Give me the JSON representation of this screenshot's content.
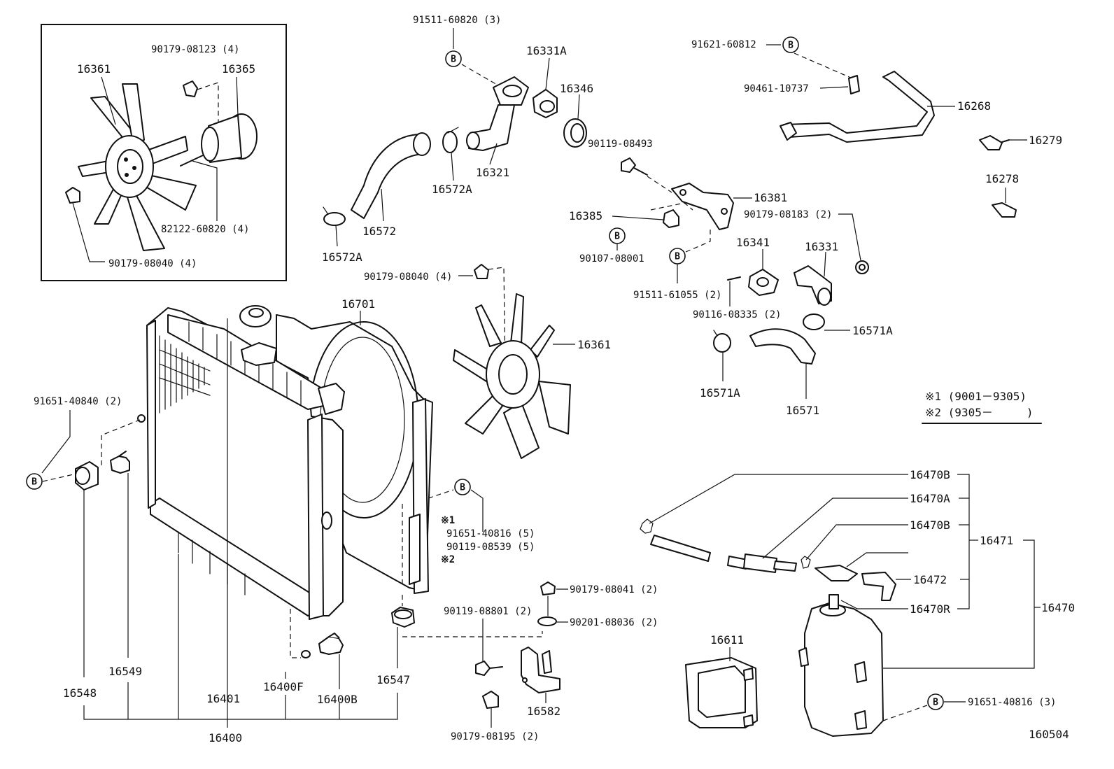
{
  "diagram_id": "160504",
  "legend": {
    "note1": "※1 (9001－9305)",
    "note2": "※2 (9305－　　　)"
  },
  "ref_markers": {
    "marker_letter": "B"
  },
  "insert_labels": {
    "fan": "16361",
    "bolt_top": "90179-08123 (4)",
    "coupling": "16365",
    "stud": "82122-60820 (4)",
    "nut": "90179-08040 (4)"
  },
  "upper_labels": {
    "bolt_top": "91511-60820 (3)",
    "water_outlet": "16331A",
    "gasket": "16346",
    "outlet_pipe": "16321",
    "clamp_upper": "16572A",
    "hose_upper": "16572",
    "clamp_lower": "16572A",
    "bolt_mid": "90119-08493",
    "nut_fan": "90179-08040 (4)",
    "shroud": "16701",
    "fan_main": "16361"
  },
  "right_labels": {
    "bolt_top": "91621-60812",
    "clip": "90461-10737",
    "bypass_pipe": "16268",
    "cock_1": "16279",
    "cock_2": "16278",
    "bracket": "16381",
    "bracket_part": "16385",
    "bolt_b": "90107-08001",
    "nut_2": "90179-08183 (2)",
    "gasket_2": "16341",
    "inlet": "16331",
    "bolt_c": "91511-61055 (2)",
    "stud_2": "90116-08335 (2)",
    "clamp_r": "16571A",
    "clamp_l": "16571A",
    "hose_lower": "16571"
  },
  "radiator_labels": {
    "bolt_left": "91651-40840 (2)",
    "bush": "16548",
    "plug": "16549",
    "core": "16401",
    "radiator": "16400",
    "oring": "16400F",
    "drain_cock": "16400B",
    "cushion": "16547",
    "bolt_shroud": "91651-40816 (5)",
    "bolt_shroud_2": "90119-08539 (5)",
    "mark1": "※1",
    "mark2": "※2"
  },
  "bracket_labels": {
    "nut_top": "90179-08041 (2)",
    "bolt": "90119-08801 (2)",
    "washer": "90201-08036 (2)",
    "support": "16582",
    "nut_bottom": "90179-08195 (2)"
  },
  "reservoir_labels": {
    "hose_b1": "16470B",
    "hose_a": "16470A",
    "hose_b2": "16470B",
    "assy": "16471",
    "cap": "16472",
    "hose_r": "16470R",
    "reservoir": "16470",
    "bracket": "16611",
    "bolt": "91651-40816 (3)"
  }
}
